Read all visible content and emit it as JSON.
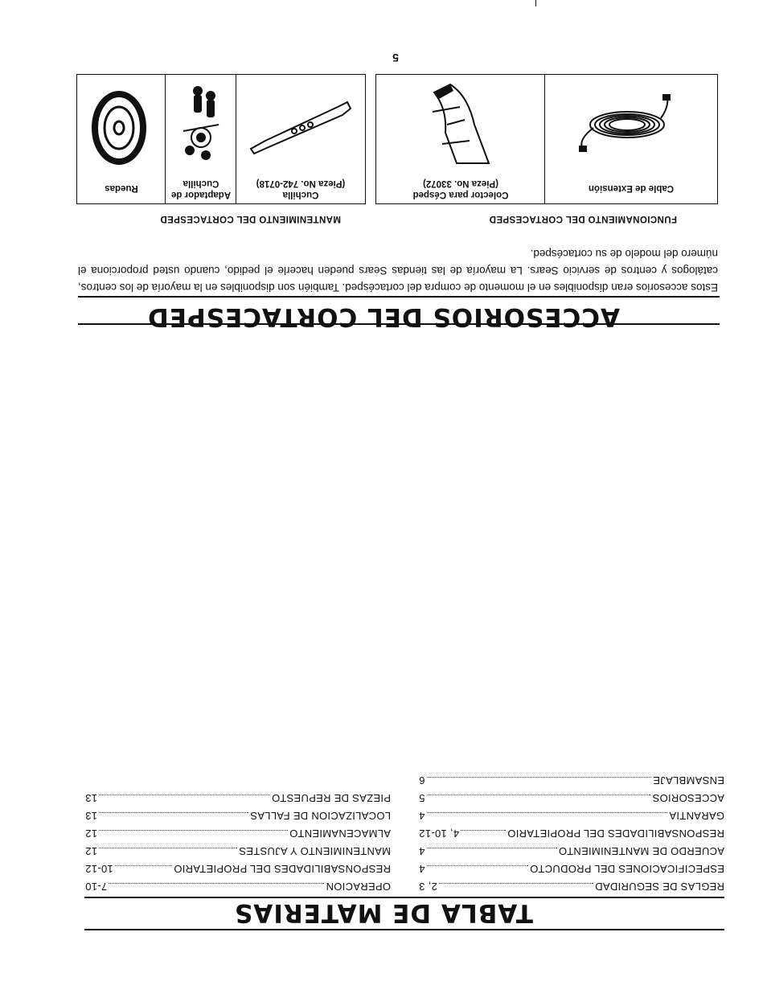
{
  "page_number": "5",
  "accessories": {
    "title": "ACCESORIOS DEL CORTACESPED",
    "intro": "Estos accesorios eran disponibles en el momento de compra del cortacésped. También son disponibles en la mayoría de los centros, catálogos y centros de servicio Sears. La mayoría de las tiendas Sears pueden hacerle el pedido, cuando usted proporciona el número del modelo de su cortacésped.",
    "groups": {
      "operation": "FUNCIONAMIENTO DEL CORTACESPED",
      "maintenance": "MANTENIMIENTO DEL CORTACESPED"
    },
    "items": [
      {
        "name": "Cable de Extensión",
        "part": "",
        "icon": "extension-cord-icon"
      },
      {
        "name": "Colector para Césped",
        "part": "(Pieza No. 33072)",
        "icon": "grass-catcher-icon"
      },
      {
        "name": "Cuchilla",
        "part": "(Pieza No. 742-0718)",
        "icon": "blade-icon"
      },
      {
        "name": "Adaptador de Cuchilla",
        "part": "",
        "icon": "blade-adapter-icon"
      },
      {
        "name": "Ruedas",
        "part": "",
        "icon": "wheel-icon"
      }
    ]
  },
  "toc": {
    "title": "TABLA DE MATERIAS",
    "left": [
      {
        "label": "REGLAS DE SEGURIDAD",
        "page": "2, 3"
      },
      {
        "label": "ESPECIFICACIONES DEL PRODUCTO",
        "page": "4"
      },
      {
        "label": "ACUERDO DE MANTENIMIENTO",
        "page": "4"
      },
      {
        "label": "RESPONSABILIDADES DEL PROPIETARIO",
        "page": "4, 10-12"
      },
      {
        "label": "GARANTIA",
        "page": "4"
      },
      {
        "label": "ACCESORIOS",
        "page": "5"
      },
      {
        "label": "ENSAMBLAJE",
        "page": "6"
      }
    ],
    "right": [
      {
        "label": "OPERACION",
        "page": "7-10"
      },
      {
        "label": "RESPONSABILIDADES DEL PROPIETARIO",
        "page": "10-12"
      },
      {
        "label": "MANTENIMIENTO Y AJUSTES",
        "page": "12"
      },
      {
        "label": "ALMACENAMIENTO",
        "page": "12"
      },
      {
        "label": "LOCALIZACION DE FALLAS",
        "page": "13"
      },
      {
        "label": "PIEZAS DE REPUESTO",
        "page": "13"
      }
    ]
  }
}
